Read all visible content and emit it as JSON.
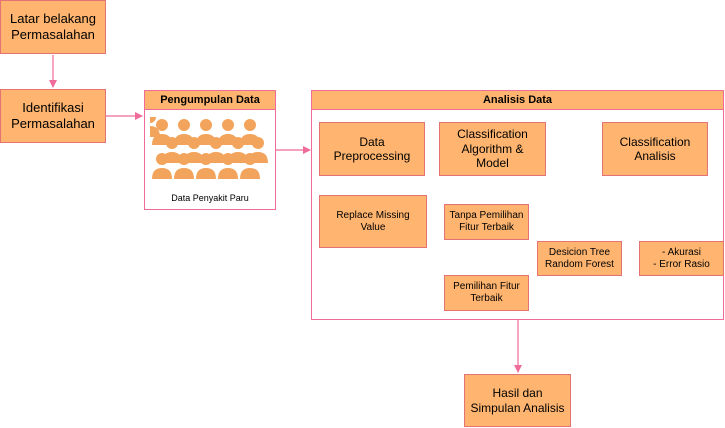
{
  "nodes": {
    "latar": "Latar belakang\nPermasalahan",
    "identifikasi": "Identifikasi\nPermasalahan",
    "data_preprocessing": "Data\nPreprocessing",
    "classification_algorithm": "Classification\nAlgorithm &\nModel",
    "classification_analisis": "Classification\nAnalisis",
    "replace_missing": "Replace Missing\nValue",
    "tanpa_pemilihan": "Tanpa Pemilihan\nFitur Terbaik",
    "pemilihan_fitur": "Pemilihan Fitur\nTerbaik",
    "decision_tree": "Desicion Tree\nRandom Forest",
    "akurasi": "- Akurasi\n- Error Rasio",
    "hasil": "Hasil dan\nSimpulan Analisis"
  },
  "groups": {
    "pengumpulan": {
      "title": "Pengumpulan Data",
      "caption": "Data Penyakit Paru",
      "icon": "people-group-icon"
    },
    "analisis": {
      "title": "Analisis Data"
    }
  },
  "colors": {
    "node_fill": "#FFB570",
    "edge": "#ef6b9a",
    "icon": "#f3a45c"
  }
}
